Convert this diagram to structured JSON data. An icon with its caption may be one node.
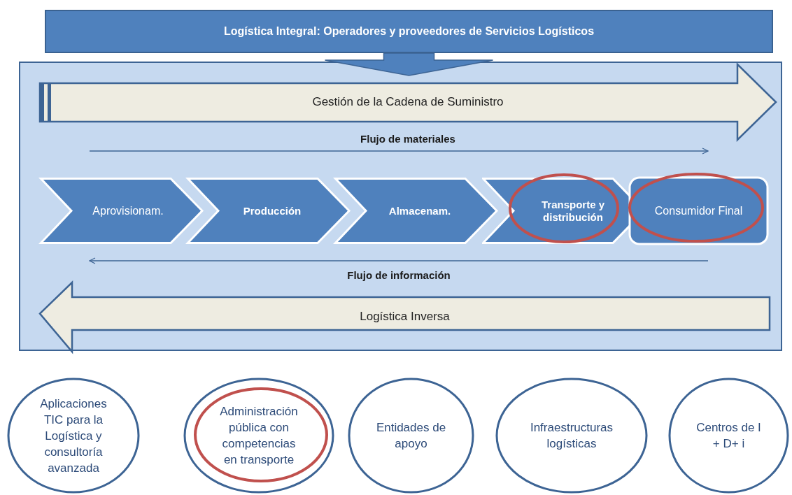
{
  "diagram": {
    "nodes": [
      {
        "text": [
          "Logística Integral: Operadores y proveedores de Servicios Logísticos"
        ]
      },
      {
        "text": [],
        "shape": "box"
      },
      {
        "text": [
          "Gestión de la Cadena de Suministro"
        ],
        "in": 1
      },
      {
        "text": [
          "Aprovisionam."
        ],
        "in": 1
      },
      {
        "text": [
          "Producción"
        ],
        "in": 1
      },
      {
        "text": [
          "Almacenam."
        ],
        "in": 1
      },
      {
        "text": [
          "Transporte y distribución"
        ],
        "in": 1
      },
      {
        "text": [
          "Consumidor Final"
        ],
        "in": 1
      },
      {
        "text": [
          "Logística Inversa"
        ],
        "in": 1
      },
      {
        "text": [
          "Aplicaciones TIC para la Logística y consultoría avanzada"
        ]
      },
      {
        "text": [
          "Administración pública con competencias en transporte"
        ]
      },
      {
        "text": [
          "Entidades de apoyo"
        ]
      },
      {
        "text": [
          "Infraestructuras logísticas"
        ]
      },
      {
        "text": [
          "Centros de I + D+ i"
        ]
      }
    ],
    "edges": [
      {
        "from": 0,
        "to": 1,
        "arrow": "to",
        "style": "thick"
      }
    ],
    "labels": [
      "Flujo de materiales",
      "Flujo de información"
    ]
  }
}
